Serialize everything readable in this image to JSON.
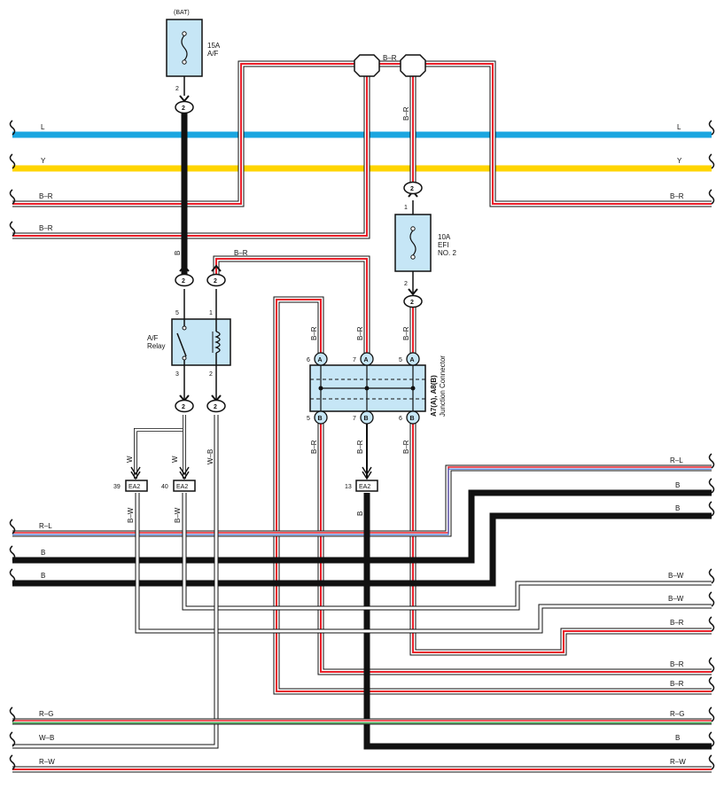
{
  "colors": {
    "blue_wire": "#1ba6e0",
    "yellow_wire": "#ffd500",
    "red_stripe": "#e8202a",
    "black_wire": "#111111",
    "green_stripe": "#3aa64a",
    "blue_stripe": "#3a6fd8",
    "component_fill": "#c6e6f6"
  },
  "bat_label": "(BAT)",
  "fuse_af": {
    "rating": "15A",
    "name": "A/F",
    "pin": "2"
  },
  "fuse_efi": {
    "rating": "10A",
    "name": "EFI",
    "name2": "NO. 2",
    "pin_top": "1",
    "pin_bottom": "2"
  },
  "relay": {
    "name": "A/F",
    "name2": "Relay",
    "pin5": "5",
    "pin1": "1",
    "pin3": "3",
    "pin2": "2"
  },
  "junction": {
    "name": "A7(A), A8(B)",
    "name2": "Junction Connector",
    "top_pins": [
      "6",
      "7",
      "5"
    ],
    "bottom_pins": [
      "5",
      "7",
      "6"
    ],
    "top_letter": "A",
    "bottom_letter": "B"
  },
  "connector_num": "2",
  "ea2": {
    "label": "EA2",
    "pins": [
      "39",
      "40",
      "13"
    ]
  },
  "left_labels": {
    "L": "L",
    "Y": "Y",
    "BR1": "B–R",
    "BR2": "B–R",
    "RL": "R–L",
    "B1": "B",
    "B2": "B",
    "RG": "R–G",
    "WB": "W–B",
    "RW": "R–W"
  },
  "right_labels": {
    "L": "L",
    "Y": "Y",
    "BR": "B–R",
    "RL": "R–L",
    "B1": "B",
    "B2": "B",
    "BW1": "B–W",
    "BW2": "B–W",
    "BR2": "B–R",
    "BR3": "B–R",
    "BR4": "B–R",
    "RG": "R–G",
    "B3": "B",
    "RW": "R–W"
  },
  "wire_labels": {
    "br_top": "B–R",
    "br_vert": "B–R",
    "b_vert": "B",
    "br_relay_top": "B–R",
    "br_jc1": "B–R",
    "br_jc2": "B–R",
    "br_jc3": "B–R",
    "br_jc4": "B–R",
    "br_jc5": "B–R",
    "br_jc6": "B–R",
    "w1": "W",
    "w2": "W",
    "wb": "W–B",
    "bw1": "B–W",
    "bw2": "B–W",
    "b_ea": "B"
  }
}
